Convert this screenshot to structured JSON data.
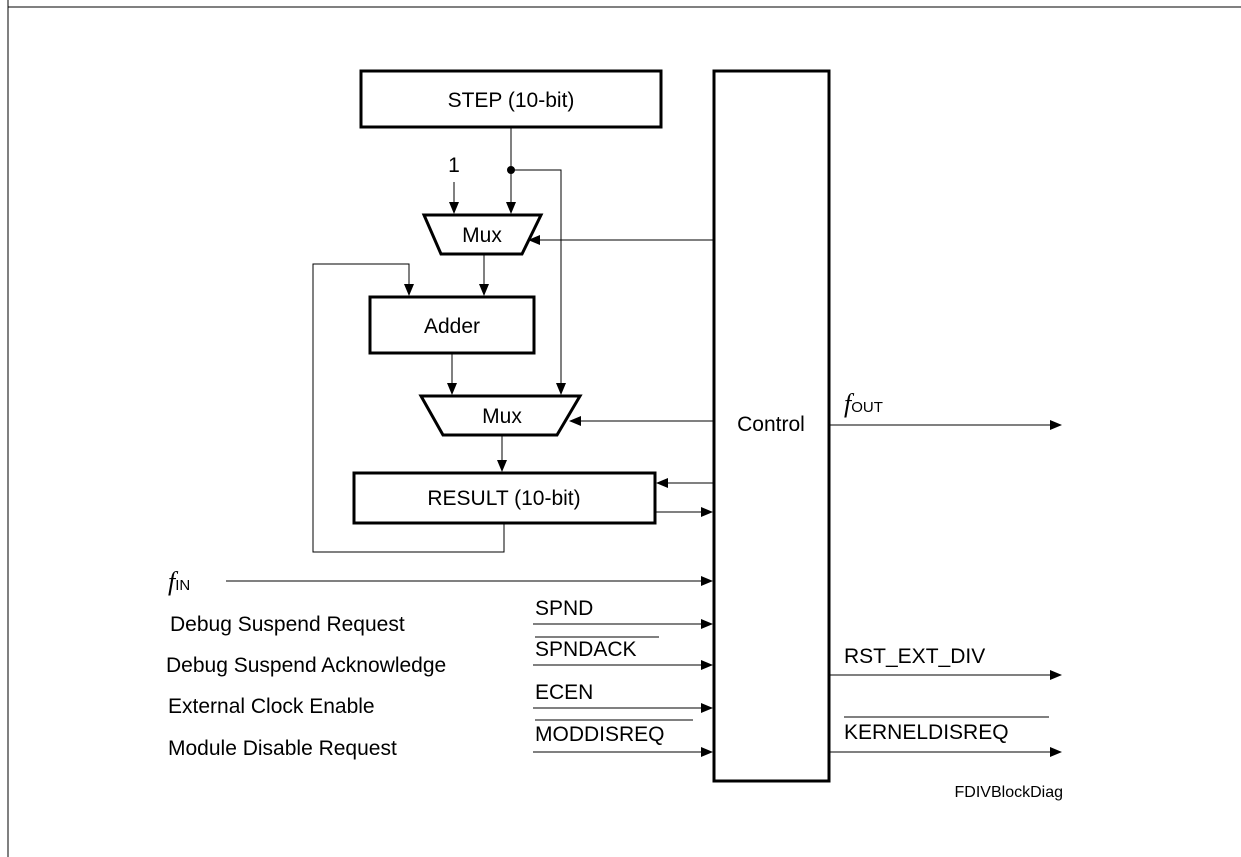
{
  "blocks": {
    "step": "STEP (10-bit)",
    "mux_top": "Mux",
    "adder": "Adder",
    "mux_bottom": "Mux",
    "result": "RESULT (10-bit)",
    "control": "Control"
  },
  "constant_one": "1",
  "inputs": {
    "f_in": {
      "symbol": "f",
      "subscript": "IN"
    },
    "signals": [
      {
        "description": "Debug Suspend Request",
        "signal": "SPND",
        "overbar": false
      },
      {
        "description": "Debug Suspend Acknowledge",
        "signal": "SPNDACK",
        "overbar": true
      },
      {
        "description": "External Clock Enable",
        "signal": "ECEN",
        "overbar": false
      },
      {
        "description": "Module Disable Request",
        "signal": "MODDISREQ",
        "overbar": true
      }
    ]
  },
  "outputs": {
    "f_out": {
      "symbol": "f",
      "subscript": "OUT"
    },
    "rst_ext_div": "RST_EXT_DIV",
    "kerneldisreq": "KERNELDISREQ"
  },
  "figure_id": "FDIVBlockDiag"
}
